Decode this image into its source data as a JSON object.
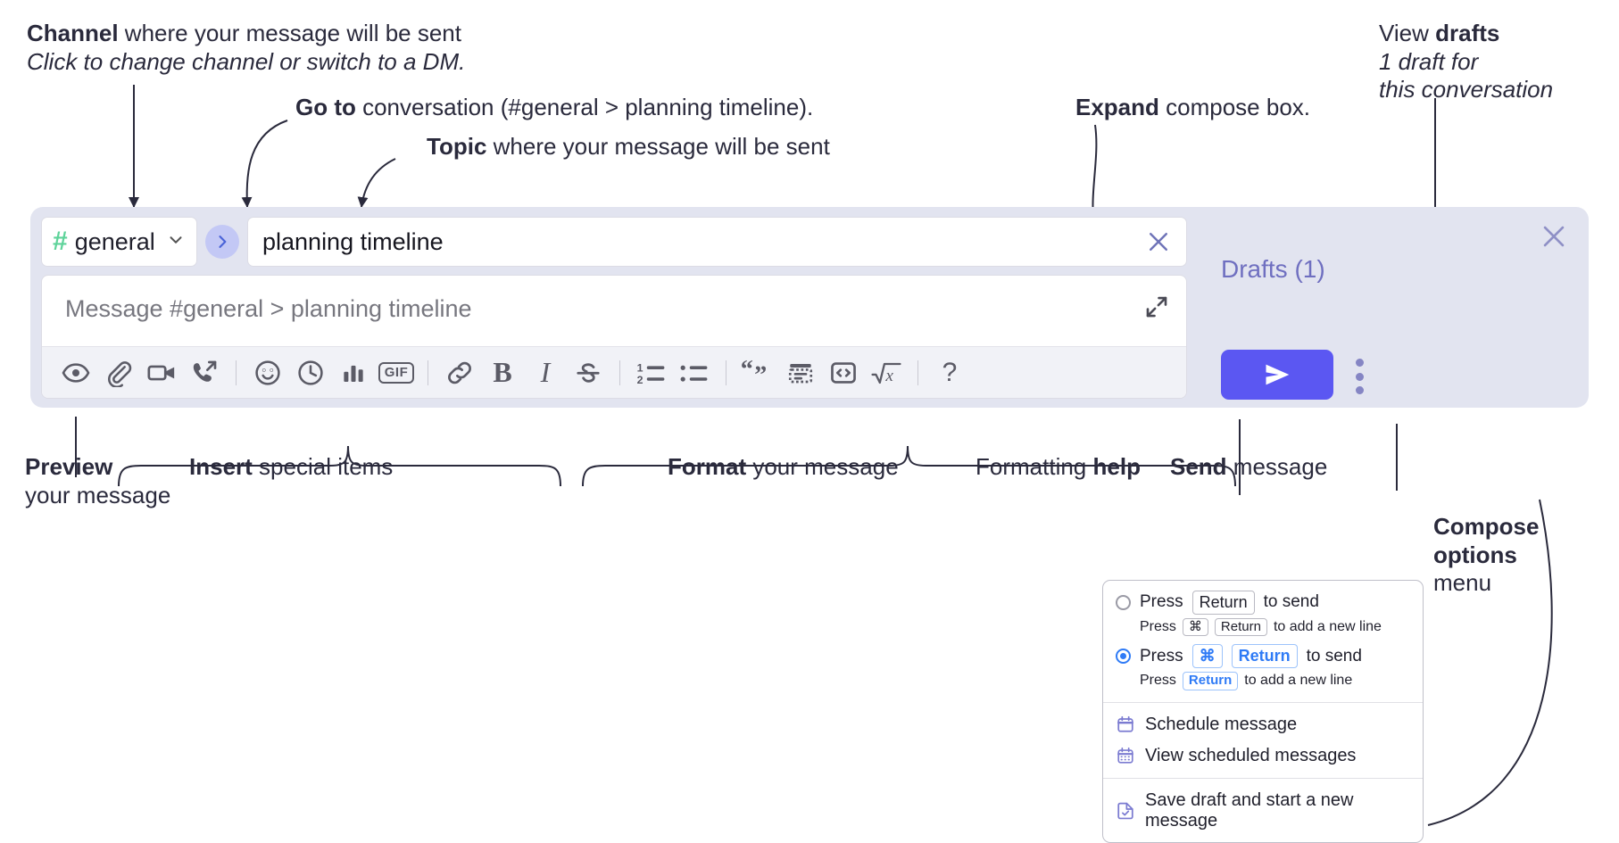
{
  "annotations": {
    "channel": {
      "line1_bold": "Channel",
      "line1_rest": " where your message will be sent",
      "line2_italic": "Click to change channel or switch to a DM."
    },
    "goto": {
      "bold": "Go to",
      "rest": " conversation (#general > planning timeline)."
    },
    "topic": {
      "bold": "Topic",
      "rest": " where your message will be sent"
    },
    "expand": {
      "bold": "Expand",
      "rest": " compose box."
    },
    "drafts": {
      "line1_plain": "View ",
      "line1_bold": "drafts",
      "line2_italic": "1 draft for",
      "line3_italic": "this conversation"
    },
    "preview": {
      "bold": "Preview",
      "line2": "your message"
    },
    "insert": {
      "bold": "Insert",
      "rest": " special items"
    },
    "format": {
      "bold": "Format",
      "rest": " your message"
    },
    "help": {
      "plain": "Formatting ",
      "bold": "help"
    },
    "send": {
      "bold": "Send",
      "rest": " message"
    },
    "compose_options": {
      "line1": "Compose",
      "line2": "options",
      "line3": "menu"
    }
  },
  "compose": {
    "channel_name": "general",
    "channel_hash": "#",
    "chevron": "chevron-down",
    "goto_icon": "chevron-right-icon",
    "topic_value": "planning timeline",
    "topic_clear_icon": "close-icon",
    "message_placeholder": "Message #general > planning timeline",
    "expand_icon": "expand-icon",
    "drafts_label": "Drafts (1)",
    "close_icon": "close-icon",
    "send_icon": "send-paper-plane-icon",
    "kebab_icon": "more-vertical-icon",
    "toolbar": [
      {
        "name": "preview-icon",
        "label": "Preview"
      },
      {
        "name": "attachment-icon",
        "label": "Attach file"
      },
      {
        "name": "video-camera-icon",
        "label": "Video clip"
      },
      {
        "name": "phone-forward-icon",
        "label": "Audio clip"
      },
      {
        "name": "separator",
        "label": ""
      },
      {
        "name": "emoji-icon",
        "label": "Emoji"
      },
      {
        "name": "clock-icon",
        "label": "Reminder"
      },
      {
        "name": "bar-chart-icon",
        "label": "Poll"
      },
      {
        "name": "gif-icon",
        "label": "GIF"
      },
      {
        "name": "separator",
        "label": ""
      },
      {
        "name": "link-icon",
        "label": "Link"
      },
      {
        "name": "bold-icon",
        "label": "B"
      },
      {
        "name": "italic-icon",
        "label": "I"
      },
      {
        "name": "strikethrough-icon",
        "label": "Strikethrough"
      },
      {
        "name": "separator",
        "label": ""
      },
      {
        "name": "ordered-list-icon",
        "label": "Numbered list"
      },
      {
        "name": "bulleted-list-icon",
        "label": "Bulleted list"
      },
      {
        "name": "separator",
        "label": ""
      },
      {
        "name": "blockquote-icon",
        "label": "Quote"
      },
      {
        "name": "code-block-icon",
        "label": "Code block"
      },
      {
        "name": "inline-code-icon",
        "label": "Code"
      },
      {
        "name": "math-icon",
        "label": "Math"
      },
      {
        "name": "separator",
        "label": ""
      },
      {
        "name": "help-icon",
        "label": "?"
      }
    ]
  },
  "options_menu": {
    "option1": {
      "selected": false,
      "press": "Press",
      "key": "Return",
      "to_send": "to send",
      "sub_press": "Press",
      "sub_key1": "⌘",
      "sub_key2": "Return",
      "sub_tail": "to add a new line"
    },
    "option2": {
      "selected": true,
      "press": "Press",
      "key1": "⌘",
      "key2": "Return",
      "to_send": "to send",
      "sub_press": "Press",
      "sub_key": "Return",
      "sub_tail": "to add a new line"
    },
    "items": [
      {
        "icon": "calendar-schedule-icon",
        "label": "Schedule message"
      },
      {
        "icon": "calendar-grid-icon",
        "label": "View scheduled messages"
      },
      {
        "icon": "save-draft-icon",
        "label": "Save draft and start a new message"
      }
    ]
  },
  "colors": {
    "panel_bg": "#e2e4f0",
    "accent_send": "#5b57f2",
    "drafts_text": "#6f6fc0",
    "hash_green": "#5ed39a",
    "goto_circle": "#c3c8f5",
    "toolbar_bg": "#f1f2f7",
    "key_blue": "#2f7bf6"
  }
}
